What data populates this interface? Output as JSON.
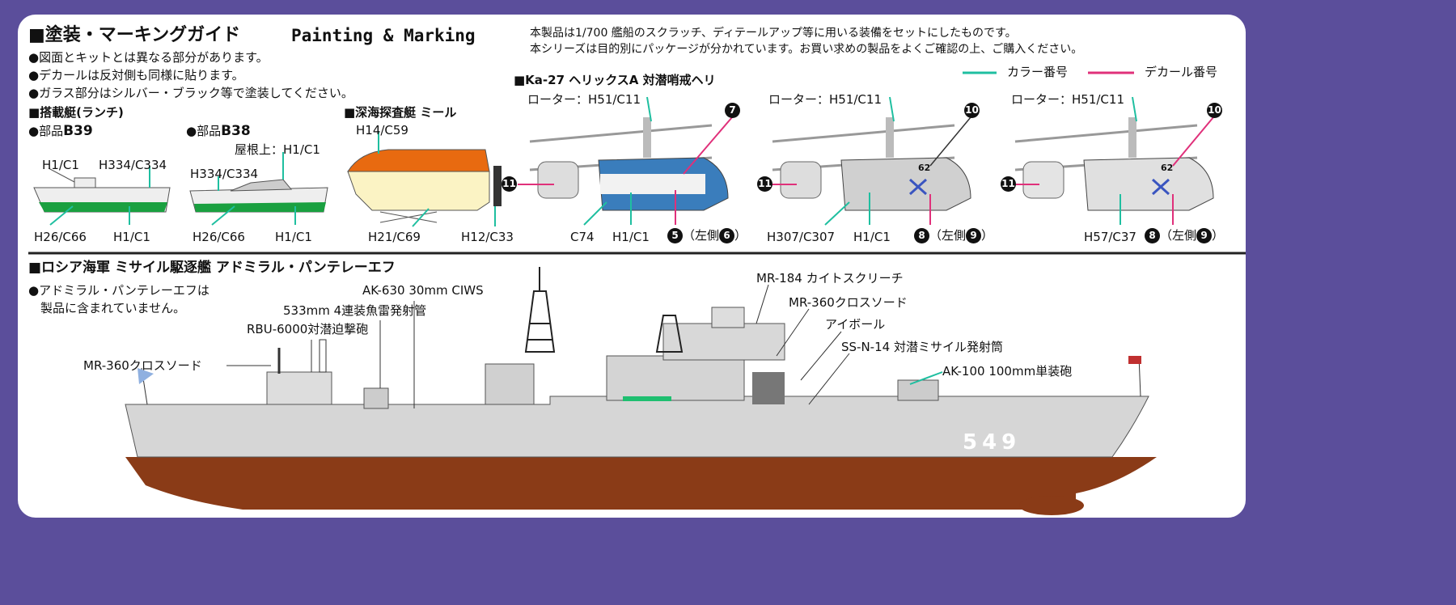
{
  "header": {
    "title_jp": "■塗装・マーキングガイド",
    "title_en": "Painting & Marking",
    "notes": [
      "●図面とキットとは異なる部分があります。",
      "●デカールは反対側も同様に貼ります。",
      "●ガラス部分はシルバー・ブラック等で塗装してください。"
    ],
    "intro": [
      "本製品は1/700 艦船のスクラッチ、ディテールアップ等に用いる装備をセットにしたものです。",
      "本シリーズは目的別にパッケージが分かれています。お買い求めの製品をよくご確認の上、ご購入ください。"
    ]
  },
  "legend": {
    "color_label": "カラー番号",
    "decal_label": "デカール番号",
    "color_line": "#1fbfa0",
    "decal_line": "#e0307a"
  },
  "launch": {
    "section": "■搭載艇(ランチ)",
    "b39": {
      "label": "●部品",
      "part": "B39",
      "c1": "H1/C1",
      "c2": "H334/C334",
      "c3": "H26/C66",
      "c4": "H1/C1"
    },
    "b38": {
      "label": "●部品",
      "part": "B38",
      "roof": "屋根上：H1/C1",
      "c1": "H334/C334",
      "c2": "H26/C66",
      "c3": "H1/C1"
    }
  },
  "mir": {
    "section": "■深海探査艇 ミール",
    "c1": "H14/C59",
    "c2": "H21/C69",
    "c3": "H12/C33"
  },
  "heli": {
    "section": "■Ka-27 ヘリックスA 対潜哨戒ヘリ",
    "h1": {
      "rotor": "ローター：H51/C11",
      "d_top": "7",
      "d_tail": "11",
      "c1": "C74",
      "c2": "H1/C1",
      "d_a": "5",
      "left_side": "（左側",
      "d_b": "6",
      "close": "）"
    },
    "h2": {
      "rotor": "ローター：H51/C11",
      "d_top": "10",
      "d_tail": "11",
      "c1": "H307/C307",
      "c2": "H1/C1",
      "d_a": "8",
      "left_side": "（左側",
      "d_b": "9",
      "close": "）",
      "code": "62"
    },
    "h3": {
      "rotor": "ローター：H51/C11",
      "d_top": "10",
      "d_tail": "11",
      "c1": "H57/C37",
      "d_a": "8",
      "left_side": "（左側",
      "d_b": "9",
      "close": "）",
      "code": "62"
    }
  },
  "ship": {
    "section": "■ロシア海軍 ミサイル駆逐艦 アドミラル・パンテレーエフ",
    "note": [
      "●アドミラル・パンテレーエフは",
      "製品に含まれていません。"
    ],
    "labels": {
      "ak630": "AK-630 30mm CIWS",
      "torpedo": "533mm 4連装魚雷発射管",
      "rbu": "RBU-6000対潜迫撃砲",
      "mr360a": "MR-360クロスソード",
      "mr184": "MR-184 カイトスクリーチ",
      "mr360b": "MR-360クロスソード",
      "eyeball": "アイボール",
      "ssn14": "SS-N-14 対潜ミサイル発射筒",
      "ak100": "AK-100 100mm単装砲"
    },
    "hull_number": "549"
  }
}
